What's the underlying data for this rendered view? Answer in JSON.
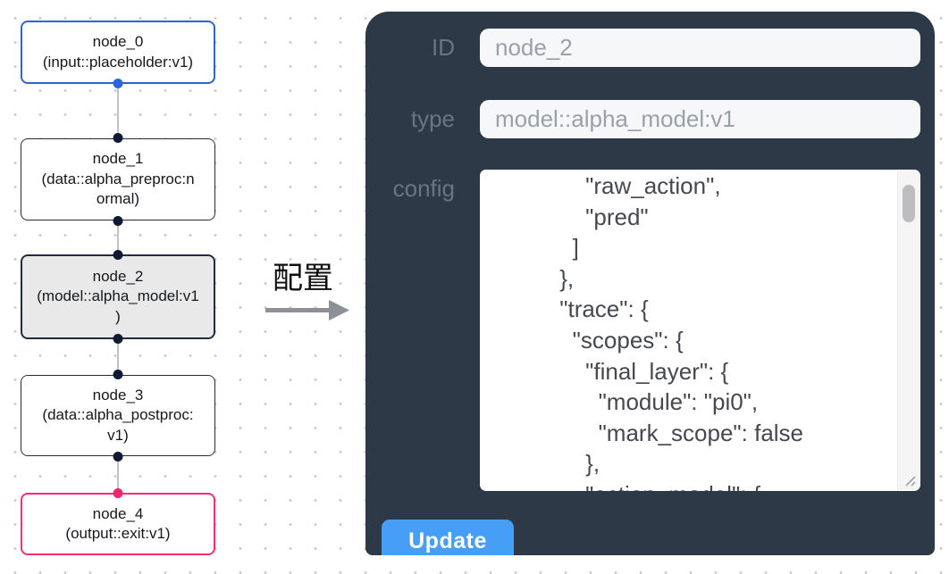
{
  "canvas": {
    "nodes": [
      {
        "id": "node_0",
        "lines": [
          "node_0",
          "(input::placeholder:v1)"
        ],
        "role": "input",
        "border_color": "#2d64cf"
      },
      {
        "id": "node_1",
        "lines": [
          "node_1",
          "(data::alpha_preproc:n",
          "ormal)"
        ],
        "role": "processor",
        "border_color": "#242b3a"
      },
      {
        "id": "node_2",
        "lines": [
          "node_2",
          "(model::alpha_model:v1",
          ")"
        ],
        "role": "model",
        "selected": true,
        "border_color": "#232c3e"
      },
      {
        "id": "node_3",
        "lines": [
          "node_3",
          "(data::alpha_postproc:",
          "v1)"
        ],
        "role": "processor",
        "border_color": "#242b3a"
      },
      {
        "id": "node_4",
        "lines": [
          "node_4",
          "(output::exit:v1)"
        ],
        "role": "output",
        "border_color": "#ee3078"
      }
    ]
  },
  "transition": {
    "label": "配置"
  },
  "panel": {
    "id_field": {
      "label": "ID",
      "value": "node_2"
    },
    "type_field": {
      "label": "type",
      "value": "model::alpha_model:v1"
    },
    "config_field": {
      "label": "config",
      "visible_lines": [
        "              \"raw_action\",",
        "              \"pred\"",
        "            ]",
        "          },",
        "          \"trace\": {",
        "            \"scopes\": {",
        "              \"final_layer\": {",
        "                \"module\": \"pi0\",",
        "                \"mark_scope\": false",
        "              },",
        "              \"action_model\": {"
      ]
    },
    "update_button": {
      "label": "Update"
    }
  },
  "colors": {
    "panel_bg": "#2e3947",
    "button_blue": "#479ef7",
    "input_node_accent": "#2d64cf",
    "output_node_accent": "#ee3078",
    "selected_node_bg": "#e9e9ea",
    "port_dark": "#101b33",
    "port_blue": "#2b65e0",
    "port_pink": "#f1256f"
  }
}
